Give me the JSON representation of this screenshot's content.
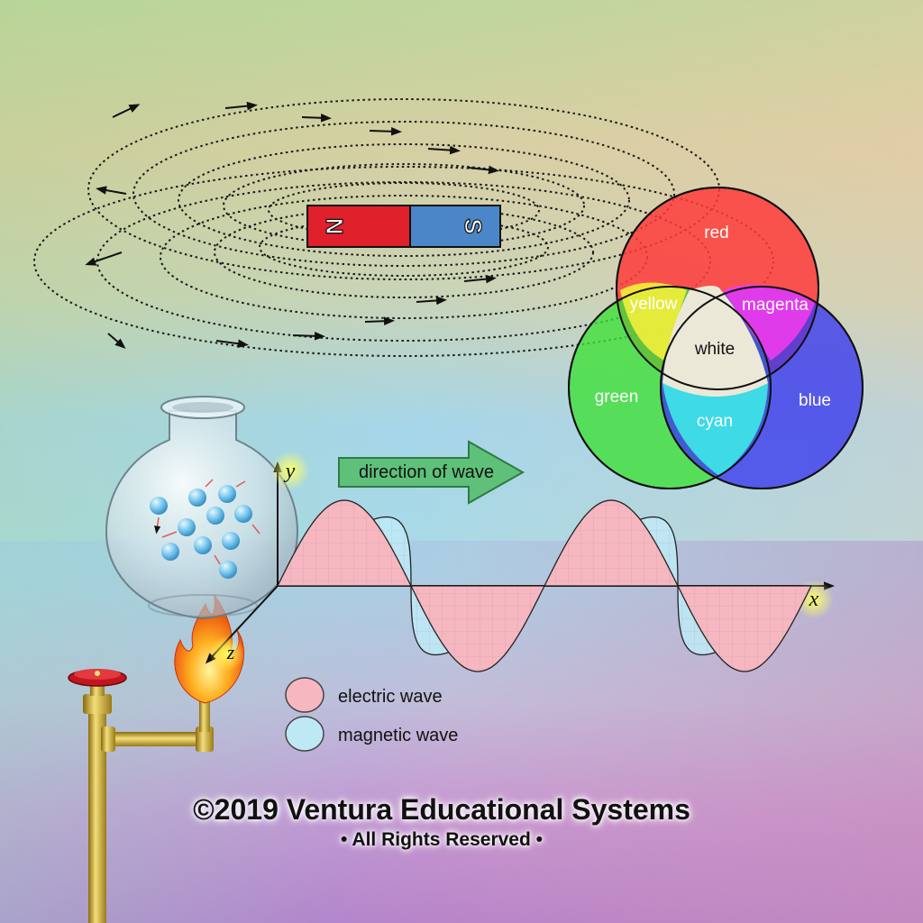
{
  "magnet": {
    "north_label": "N",
    "south_label": "S",
    "north_color": "#e0202a",
    "south_color": "#4a86c8"
  },
  "color_venn": {
    "red": "red",
    "green": "green",
    "blue": "blue",
    "yellow": "yellow",
    "magenta": "magenta",
    "cyan": "cyan",
    "white": "white",
    "colors": {
      "red": "#ff3b3b",
      "green": "#3ee03a",
      "blue": "#3b3bee",
      "yellow": "#f2ef3a",
      "magenta": "#ee3bee",
      "cyan": "#3ee8e8",
      "white": "#ece8d8"
    }
  },
  "wave": {
    "direction_label": "direction of wave",
    "axis_y": "y",
    "axis_x": "x",
    "axis_z": "z",
    "electric_color": "#f6b7c0",
    "magnetic_color": "#bfe8f5"
  },
  "legend": {
    "electric": "electric wave",
    "magnetic": "magnetic wave"
  },
  "footer": {
    "copyright": "©2019 Ventura Educational Systems",
    "rights": "• All Rights Reserved •"
  }
}
